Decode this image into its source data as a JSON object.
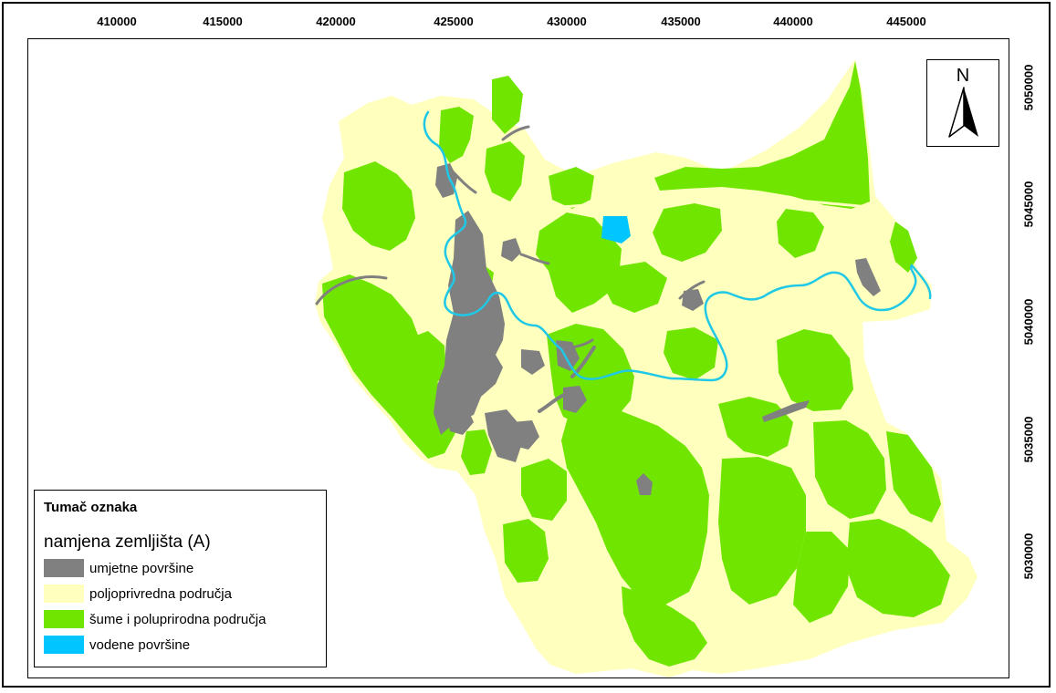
{
  "colors": {
    "artificial": "#808080",
    "agricultural": "#ffffbe",
    "forest": "#70e600",
    "water": "#00c5ff",
    "river": "#1ec8e6"
  },
  "axes": {
    "x_ticks": [
      "410000",
      "415000",
      "420000",
      "425000",
      "430000",
      "435000",
      "440000",
      "445000"
    ],
    "y_ticks": [
      "5050000",
      "5045000",
      "5040000",
      "5035000",
      "5030000"
    ]
  },
  "north_arrow": {
    "label": "N",
    "icon": "north-arrow-icon"
  },
  "legend": {
    "title": "Tumač oznaka",
    "subtitle": "namjena zemljišta (A)",
    "items": [
      {
        "label": "umjetne površine",
        "color": "#808080"
      },
      {
        "label": "poljoprivredna područja",
        "color": "#ffffbe"
      },
      {
        "label": "šume i poluprirodna područja",
        "color": "#70e600"
      },
      {
        "label": "vodene površine",
        "color": "#00c5ff"
      }
    ]
  }
}
